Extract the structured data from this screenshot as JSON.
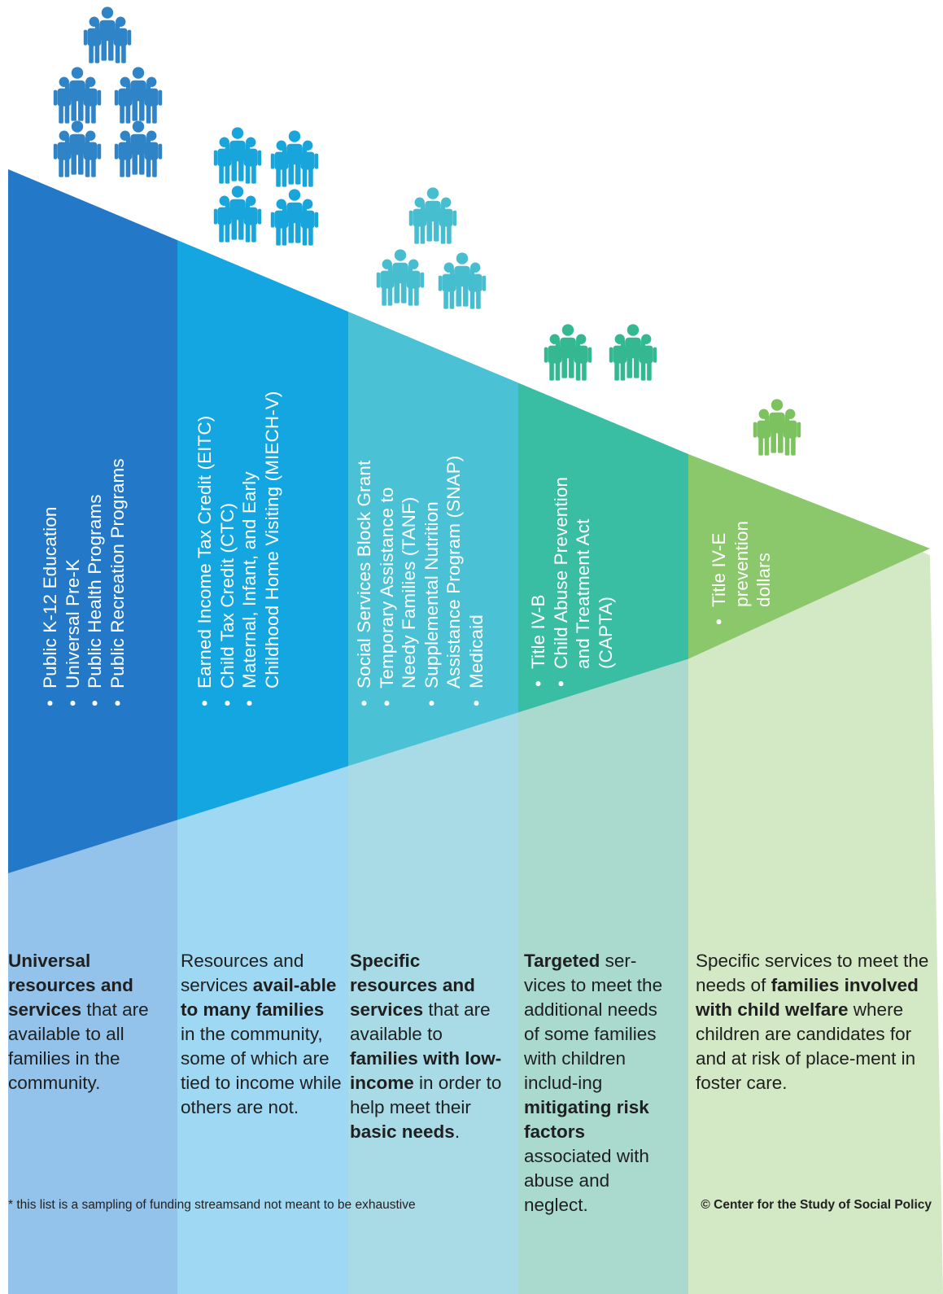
{
  "colors": {
    "col1_top": "#2379c8",
    "col2_top": "#14a6e0",
    "col3_top": "#4bc1d6",
    "col4_top": "#39bea4",
    "col5_top": "#8bc86b",
    "col1_bottom": "#93c3ea",
    "col2_bottom": "#9fd8f2",
    "col3_bottom": "#a8dbe6",
    "col4_bottom": "#a9dacd",
    "col5_bottom": "#d3e8c4",
    "col1_people": "#2f84c8",
    "col2_people": "#18a5dc",
    "col3_people": "#47bed0",
    "col4_people": "#34b892",
    "col5_people": "#7cc25e"
  },
  "columns": [
    {
      "icon": "people-group-icon",
      "programs": [
        "Public K-12 Education",
        "Universal Pre-K",
        "Public Health Programs",
        "Public Recreation Programs"
      ],
      "description": [
        {
          "text": "Universal resources and services",
          "bold": true
        },
        {
          "text": " that are available to all families in the community.",
          "bold": false
        }
      ]
    },
    {
      "icon": "people-group-icon",
      "programs": [
        "Earned Income Tax Credit (EITC)",
        "Child Tax Credit (CTC)",
        "Maternal, Infant, and Early",
        "Childhood Home Visiting (MIECH-V)"
      ],
      "description": [
        {
          "text": "Resources and services ",
          "bold": false
        },
        {
          "text": "avail-able to many families",
          "bold": true
        },
        {
          "text": " in the community, some of which are tied to income while others are not.",
          "bold": false
        }
      ]
    },
    {
      "icon": "people-group-icon",
      "programs": [
        "Social Services  Block Grant",
        "Temporary Assistance to",
        "Needy Families (TANF)",
        "Supplemental Nutrition",
        "Assistance Program (SNAP)",
        "Medicaid"
      ],
      "description": [
        {
          "text": "Specific resources and services",
          "bold": true
        },
        {
          "text": " that are available to ",
          "bold": false
        },
        {
          "text": "families with low-income",
          "bold": true
        },
        {
          "text": " in order to help meet their ",
          "bold": false
        },
        {
          "text": "basic needs",
          "bold": true
        },
        {
          "text": ".",
          "bold": false
        }
      ]
    },
    {
      "icon": "people-group-icon",
      "programs": [
        "Title IV-B",
        "Child Abuse Prevention",
        "and Treatment Act",
        "(CAPTA)"
      ],
      "description": [
        {
          "text": "Targeted",
          "bold": true
        },
        {
          "text": " ser-vices to meet the additional needs of some families with children includ-ing ",
          "bold": false
        },
        {
          "text": "mitigating risk factors",
          "bold": true
        },
        {
          "text": " associated with abuse and neglect.",
          "bold": false
        }
      ]
    },
    {
      "icon": "people-group-icon",
      "programs": [
        "Title IV-E",
        "prevention",
        "dollars"
      ],
      "description": [
        {
          "text": "Specific services to meet the needs of ",
          "bold": false
        },
        {
          "text": "families involved with child welfare",
          "bold": true
        },
        {
          "text": " where children are candidates for and at risk of place-ment in foster care.",
          "bold": false
        }
      ]
    }
  ],
  "footnote": "* this list is a sampling of funding streamsand not meant to be exhaustive",
  "copyright": "© Center for the Study of Social Policy"
}
